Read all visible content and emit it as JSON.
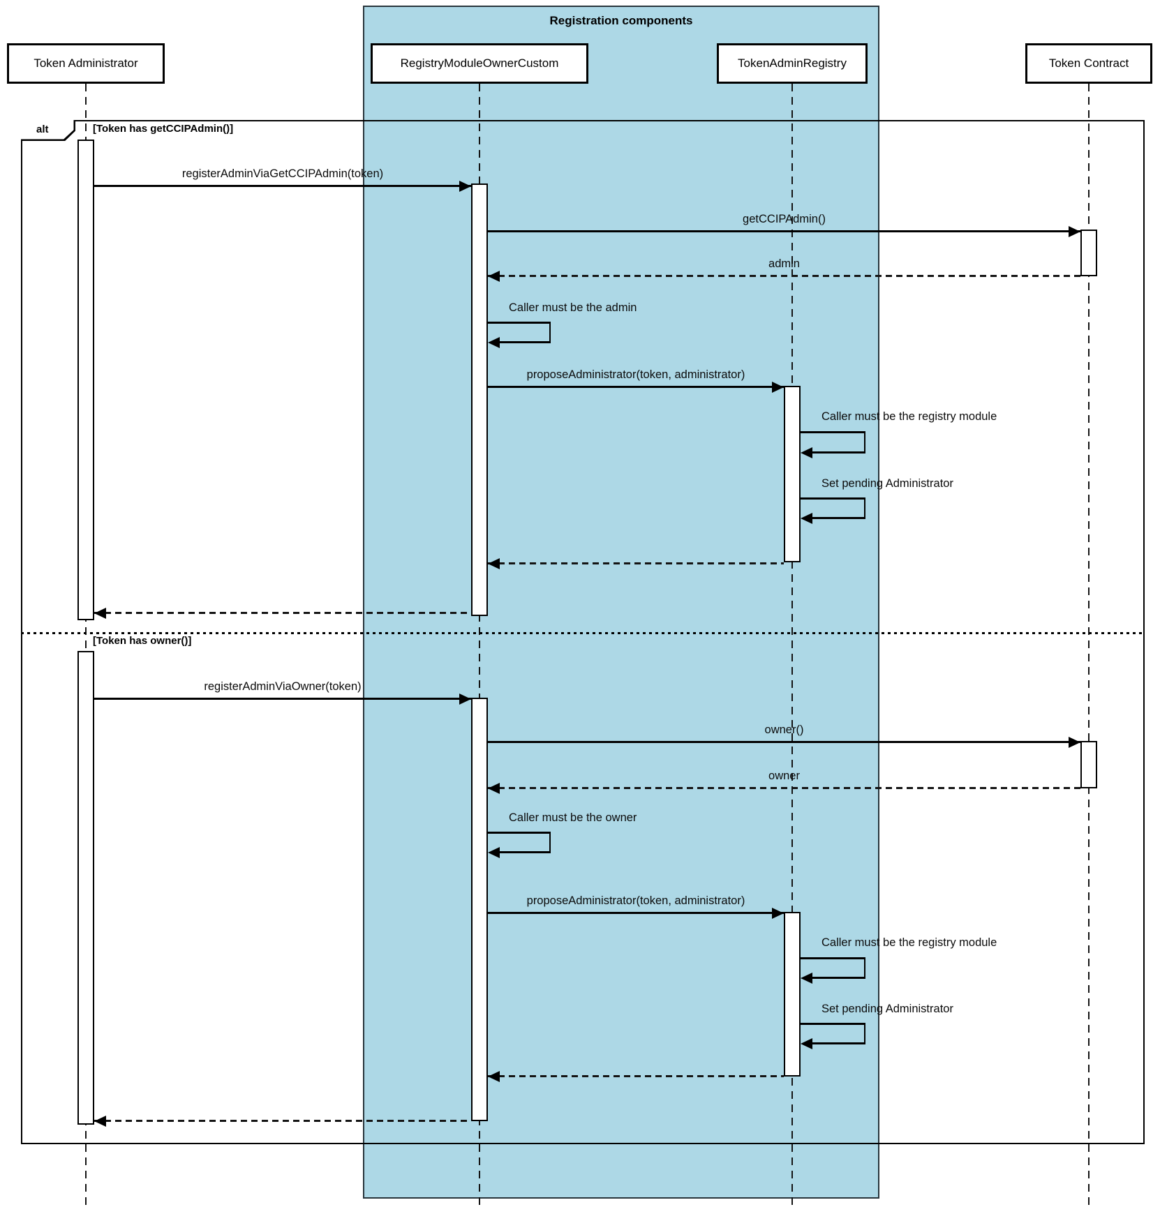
{
  "diagram": {
    "type": "uml-sequence",
    "frame_title": "Registration components",
    "operator": "alt",
    "colors": {
      "group_fill": "#ADD8E6",
      "line": "#000000",
      "background": "#ffffff"
    },
    "participants": [
      {
        "id": "token-administrator",
        "label": "Token Administrator",
        "in_group": false
      },
      {
        "id": "registry-module-owner-custom",
        "label": "RegistryModuleOwnerCustom",
        "in_group": true
      },
      {
        "id": "token-admin-registry",
        "label": "TokenAdminRegistry",
        "in_group": true
      },
      {
        "id": "token-contract",
        "label": "Token Contract",
        "in_group": false
      }
    ],
    "sections": [
      {
        "guard": "[Token has getCCIPAdmin()]",
        "messages": [
          {
            "label": "registerAdminViaGetCCIPAdmin(token)",
            "from": "token-administrator",
            "to": "registry-module-owner-custom",
            "kind": "sync"
          },
          {
            "label": "getCCIPAdmin()",
            "from": "registry-module-owner-custom",
            "to": "token-contract",
            "kind": "sync"
          },
          {
            "label": "admin",
            "from": "token-contract",
            "to": "registry-module-owner-custom",
            "kind": "return"
          },
          {
            "label": "Caller must be the admin",
            "from": "registry-module-owner-custom",
            "to": "registry-module-owner-custom",
            "kind": "self"
          },
          {
            "label": "proposeAdministrator(token, administrator)",
            "from": "registry-module-owner-custom",
            "to": "token-admin-registry",
            "kind": "sync"
          },
          {
            "label": "Caller must be the registry module",
            "from": "token-admin-registry",
            "to": "token-admin-registry",
            "kind": "self"
          },
          {
            "label": "Set pending Administrator",
            "from": "token-admin-registry",
            "to": "token-admin-registry",
            "kind": "self"
          },
          {
            "label": "",
            "from": "token-admin-registry",
            "to": "registry-module-owner-custom",
            "kind": "return"
          },
          {
            "label": "",
            "from": "registry-module-owner-custom",
            "to": "token-administrator",
            "kind": "return"
          }
        ]
      },
      {
        "guard": "[Token has owner()]",
        "messages": [
          {
            "label": "registerAdminViaOwner(token)",
            "from": "token-administrator",
            "to": "registry-module-owner-custom",
            "kind": "sync"
          },
          {
            "label": "owner()",
            "from": "registry-module-owner-custom",
            "to": "token-contract",
            "kind": "sync"
          },
          {
            "label": "owner",
            "from": "token-contract",
            "to": "registry-module-owner-custom",
            "kind": "return"
          },
          {
            "label": "Caller must be the owner",
            "from": "registry-module-owner-custom",
            "to": "registry-module-owner-custom",
            "kind": "self"
          },
          {
            "label": "proposeAdministrator(token, administrator)",
            "from": "registry-module-owner-custom",
            "to": "token-admin-registry",
            "kind": "sync"
          },
          {
            "label": "Caller must be the registry module",
            "from": "token-admin-registry",
            "to": "token-admin-registry",
            "kind": "self"
          },
          {
            "label": "Set pending Administrator",
            "from": "token-admin-registry",
            "to": "token-admin-registry",
            "kind": "self"
          },
          {
            "label": "",
            "from": "token-admin-registry",
            "to": "registry-module-owner-custom",
            "kind": "return"
          },
          {
            "label": "",
            "from": "registry-module-owner-custom",
            "to": "token-administrator",
            "kind": "return"
          }
        ]
      }
    ]
  }
}
